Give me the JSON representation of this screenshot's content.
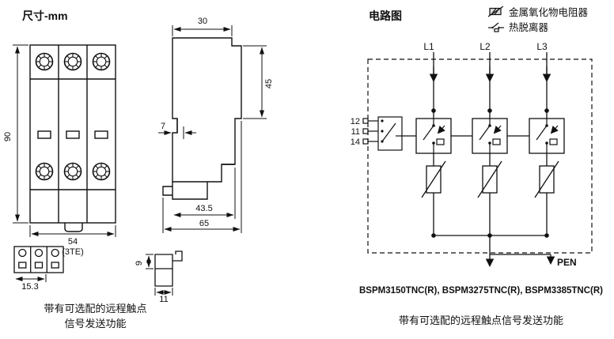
{
  "dimensions_panel": {
    "title": "尺寸-mm",
    "front_view": {
      "height": "90",
      "width": "54",
      "te": "(3TE)"
    },
    "side_view": {
      "top_width": "30",
      "right_height": "45",
      "step": "7",
      "depth_body": "43.5",
      "depth_total": "65"
    },
    "terminal_detail": {
      "width": "15.3"
    },
    "clip_detail": {
      "height": "9",
      "width": "11"
    },
    "caption_line1": "带有可选配的远程触点",
    "caption_line2": "信号发送功能"
  },
  "circuit_panel": {
    "title": "电路图",
    "legend": [
      {
        "icon": "varistor-icon",
        "label": "金属氧化物电阻器"
      },
      {
        "icon": "thermal-disconnector-icon",
        "label": "热脱离器"
      }
    ],
    "phases": [
      "L1",
      "L2",
      "L3"
    ],
    "remote_terminals": [
      "12",
      "11",
      "14"
    ],
    "pen": "PEN",
    "models": "BSPM3150TNC(R), BSPM3275TNC(R), BSPM3385TNC(R)",
    "caption": "带有可选配的远程触点信号发送功能"
  }
}
